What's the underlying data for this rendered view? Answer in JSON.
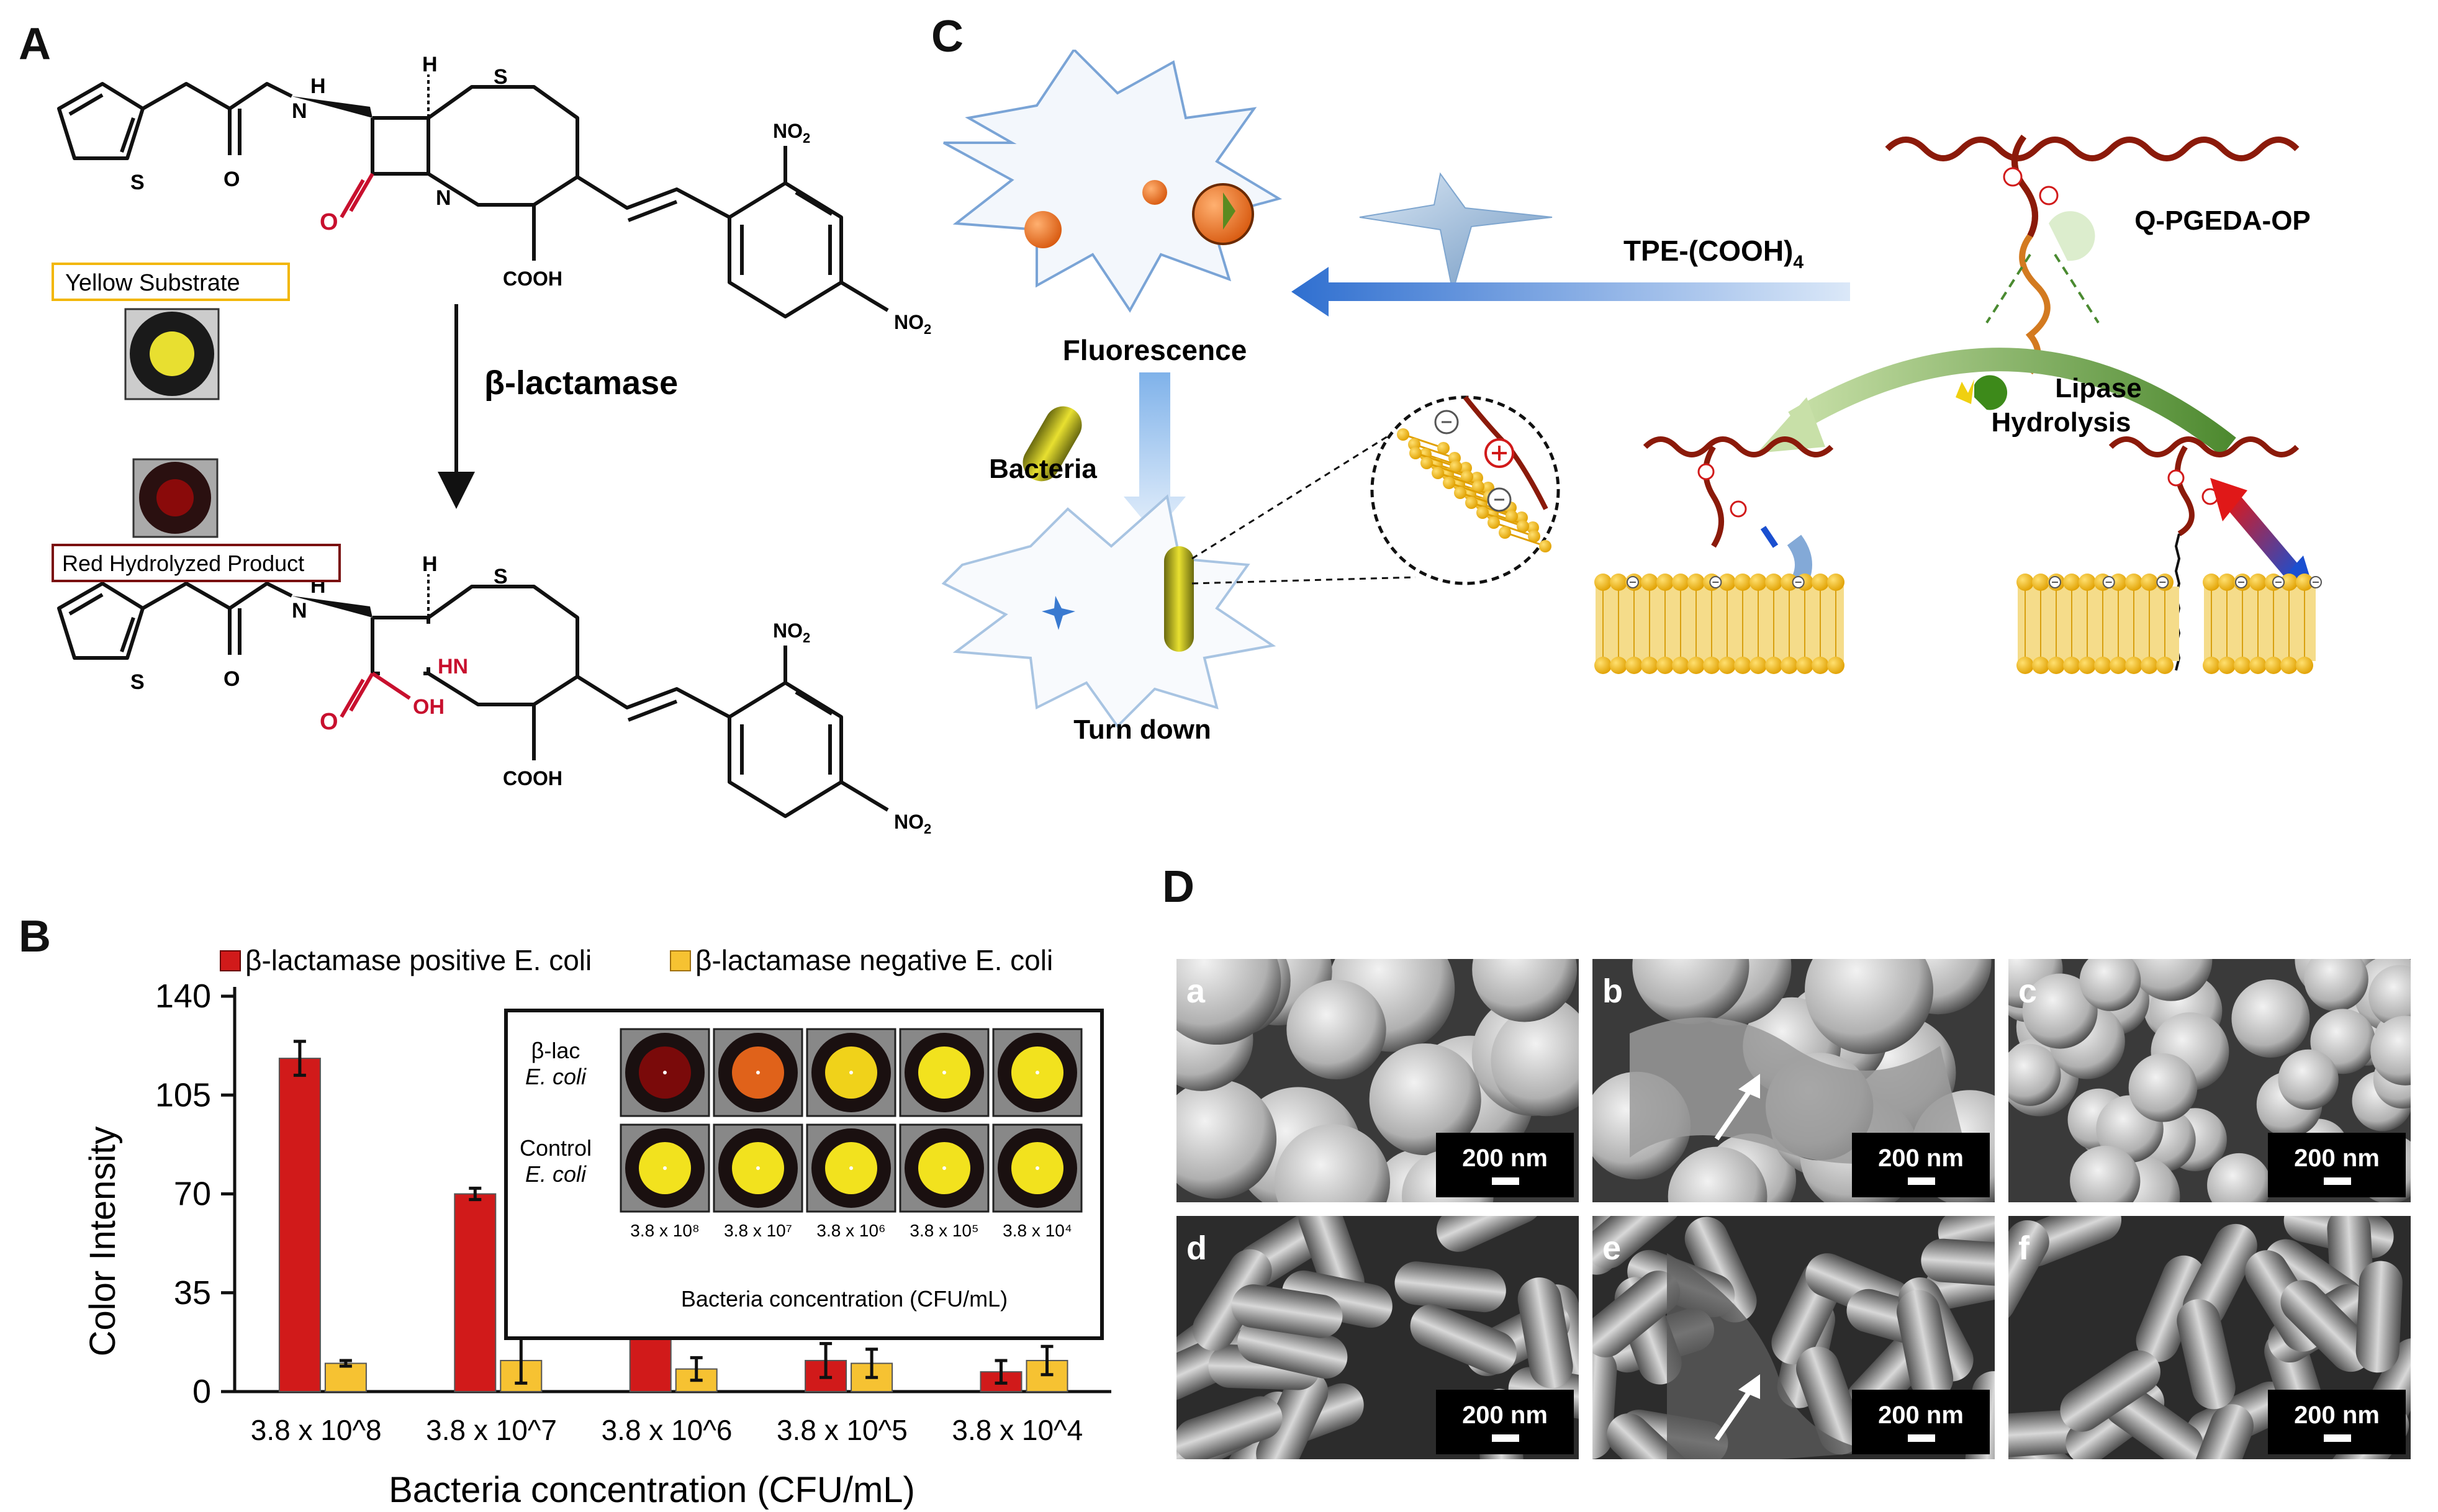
{
  "panels": {
    "a": "A",
    "b": "B",
    "c": "C",
    "d": "D"
  },
  "panelA": {
    "yellow_substrate": "Yellow Substrate",
    "red_product": "Red Hydrolyzed Product",
    "enzyme": "β-lactamase",
    "atoms": {
      "H": "H",
      "N": "N",
      "S": "S",
      "O": "O",
      "NH": "NH",
      "OH": "OH",
      "HN": "HN",
      "COOH": "COOH",
      "NO2": "NO",
      "sub2": "2"
    }
  },
  "panelB": {
    "inset": {
      "row1_label_a": "β-lac",
      "row1_label_b": "E. coli",
      "row2_label_a": "Control",
      "row2_label_b": "E. coli",
      "concentrations": [
        "3.8 x 10⁸",
        "3.8 x 10⁷",
        "3.8 x 10⁶",
        "3.8 x 10⁵",
        "3.8 x 10⁴"
      ],
      "xlabel": "Bacteria concentration  (CFU/mL)",
      "row1_colors": [
        "#7a0a0a",
        "#e0621a",
        "#f0d21a",
        "#f2e21e",
        "#f2e21e"
      ],
      "row2_colors": [
        "#f2e21e",
        "#f2e21e",
        "#f2e21e",
        "#f2e21e",
        "#f2e21e"
      ]
    }
  },
  "chart_data": {
    "type": "bar",
    "categories": [
      "3.8 x 10^8",
      "3.8 x 10^7",
      "3.8 x 10^6",
      "3.8 x 10^5",
      "3.8 x 10^4"
    ],
    "series": [
      {
        "name": "β-lactamase positive E. coli",
        "values": [
          118,
          70,
          20,
          11,
          7
        ],
        "errors": [
          6,
          2,
          1,
          6,
          4
        ],
        "color": "#d11a1a"
      },
      {
        "name": "β-lactamase negative E. coli",
        "values": [
          10,
          11,
          8,
          10,
          11
        ],
        "errors": [
          1,
          8,
          4,
          5,
          5
        ],
        "color": "#f6c232"
      }
    ],
    "xlabel": "Bacteria concentration (CFU/mL)",
    "ylabel": "Color Intensity",
    "ylim": [
      0,
      140
    ],
    "yticks": [
      0,
      35,
      70,
      105,
      140
    ],
    "legend": "top",
    "grid": false
  },
  "panelC": {
    "fluorescence": "Fluorescence",
    "bacteria": "Bacteria",
    "turn_down": "Turn down",
    "tpe": "TPE-(COOH)",
    "tpe_sub": "4",
    "polymer": "Q-PGEDA-OP",
    "lipase_1": "Lipase",
    "lipase_2": "Hydrolysis"
  },
  "panelD": {
    "scale": "200 nm",
    "tiles": [
      {
        "letter": "a"
      },
      {
        "letter": "b"
      },
      {
        "letter": "c"
      },
      {
        "letter": "d"
      },
      {
        "letter": "e"
      },
      {
        "letter": "f"
      }
    ]
  },
  "colors": {
    "red": "#c8102e",
    "yellow": "#f6c232",
    "lipid": "#f2b705",
    "polymer": "#8b1a0a",
    "arrow_blue": "#3b7fd0"
  }
}
